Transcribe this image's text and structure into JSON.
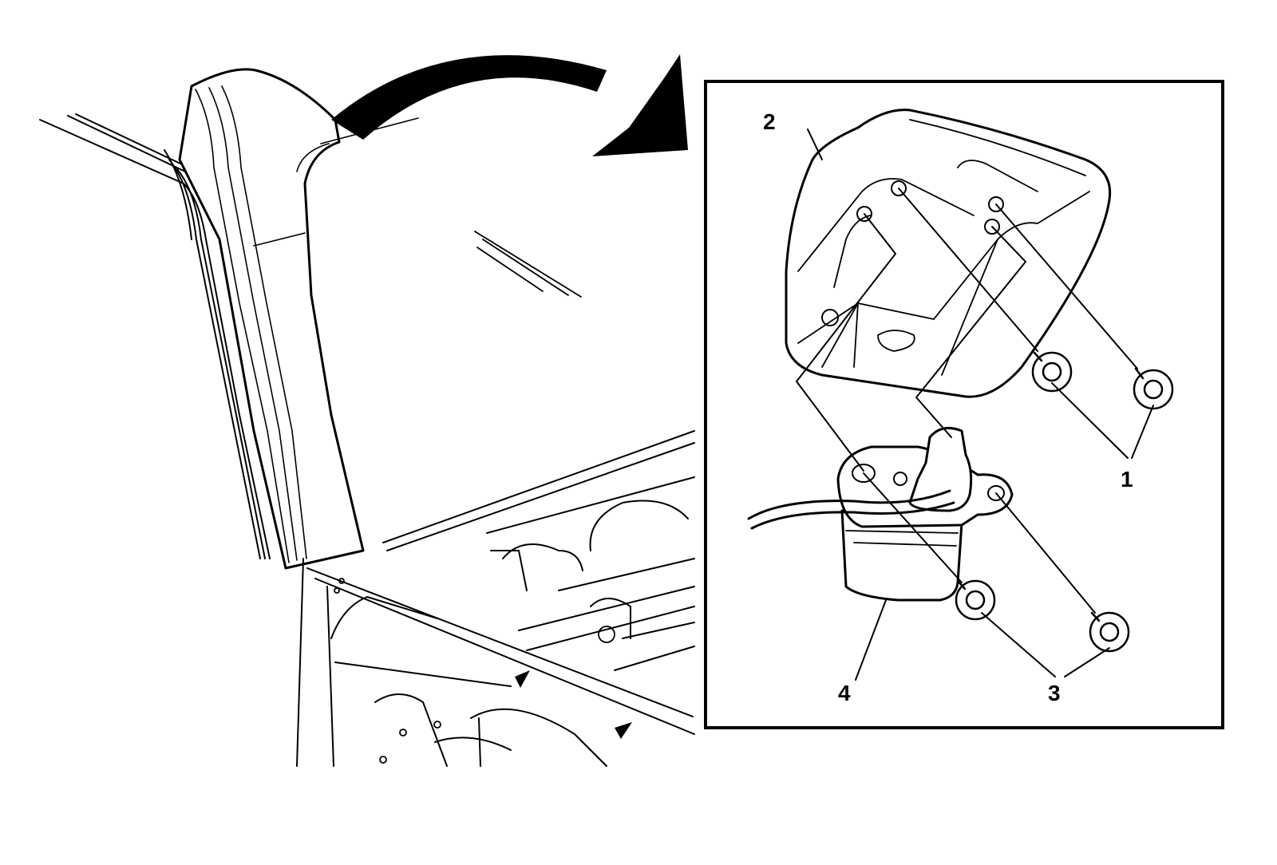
{
  "diagram": {
    "callouts": [
      "1",
      "2",
      "3",
      "4"
    ],
    "arrow_icon": "curved-arrow-right"
  }
}
